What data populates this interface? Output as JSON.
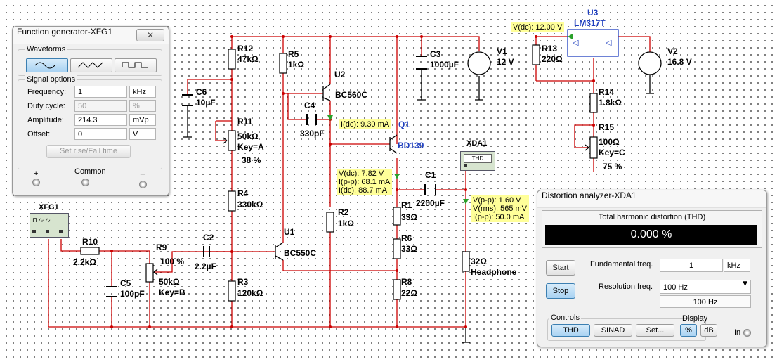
{
  "schematic": {
    "components": {
      "r12": {
        "ref": "R12",
        "value": "47kΩ"
      },
      "r5": {
        "ref": "R5",
        "value": "1kΩ"
      },
      "u2": {
        "ref": "U2",
        "value": "BC560C"
      },
      "c3": {
        "ref": "C3",
        "value": "1000µF"
      },
      "v1": {
        "ref": "V1",
        "value": "12 V"
      },
      "u3": {
        "ref": "U3",
        "value": "LM317T"
      },
      "r13": {
        "ref": "R13",
        "value": "220Ω"
      },
      "v2": {
        "ref": "V2",
        "value": "16.8 V"
      },
      "c6": {
        "ref": "C6",
        "value": "10µF"
      },
      "c4": {
        "ref": "C4",
        "value": "330pF"
      },
      "r11": {
        "ref": "R11",
        "value": "50kΩ",
        "key": "Key=A",
        "percent": "38 %"
      },
      "q1": {
        "ref": "Q1",
        "value": "BD139"
      },
      "r14": {
        "ref": "R14",
        "value": "1.8kΩ"
      },
      "r15": {
        "ref": "R15",
        "value": "100Ω",
        "key": "Key=C",
        "percent": "75 %"
      },
      "xda1": {
        "ref": "XDA1",
        "screen": "THD"
      },
      "c1": {
        "ref": "C1",
        "value": "2200µF"
      },
      "r4": {
        "ref": "R4",
        "value": "330kΩ"
      },
      "r1": {
        "ref": "R1",
        "value": "33Ω"
      },
      "r2": {
        "ref": "R2",
        "value": "1kΩ"
      },
      "xfg1": {
        "ref": "XFG1"
      },
      "u1": {
        "ref": "U1",
        "value": "BC550C"
      },
      "c2": {
        "ref": "C2",
        "value": "2.2µF"
      },
      "r9": {
        "ref": "R9",
        "value": "50kΩ",
        "key": "Key=B",
        "percent": "100 %"
      },
      "r10": {
        "ref": "R10",
        "value": "2.2kΩ"
      },
      "r6": {
        "ref": "R6",
        "value": "33Ω"
      },
      "c5": {
        "ref": "C5",
        "value": "100pF"
      },
      "r3": {
        "ref": "R3",
        "value": "120kΩ"
      },
      "r8": {
        "ref": "R8",
        "value": "22Ω"
      },
      "load": {
        "value": "32Ω",
        "name": "Headphone"
      }
    },
    "probes": {
      "p_vdc": "V(dc): 12.00 V",
      "p_idc": "I(dc): 9.30 mA",
      "p_q1": "V(dc): 7.82 V\nI(p-p): 68.1 mA\nI(dc): 88.7 mA",
      "p_out": "V(p-p): 1.60 V\nV(rms): 565 mV\nI(p-p): 50.0 mA"
    },
    "colors": {
      "wire": "#cc0000",
      "probe_bg": "#ffff99",
      "blue_text": "#1f3fbf"
    }
  },
  "function_generator": {
    "title": "Function generator-XFG1",
    "close_icon": "✕",
    "waveforms_label": "Waveforms",
    "waveforms": [
      "sine",
      "triangle",
      "square"
    ],
    "selected_waveform": "sine",
    "signal_options_label": "Signal options",
    "rows": [
      {
        "label": "Frequency:",
        "value": "1",
        "unit": "kHz",
        "enabled": true
      },
      {
        "label": "Duty cycle:",
        "value": "50",
        "unit": "%",
        "enabled": false
      },
      {
        "label": "Amplitude:",
        "value": "214.3",
        "unit": "mVp",
        "enabled": true
      },
      {
        "label": "Offset:",
        "value": "0",
        "unit": "V",
        "enabled": true
      }
    ],
    "set_rise_fall_label": "Set rise/Fall time",
    "plus_label": "+",
    "common_label": "Common",
    "minus_label": "_"
  },
  "distortion_analyzer": {
    "title": "Distortion analyzer-XDA1",
    "thd_header": "Total harmonic distortion (THD)",
    "display_value": "0.000 %",
    "start_label": "Start",
    "stop_label": "Stop",
    "fundamental_label": "Fundamental freq.",
    "fundamental_value": "1",
    "fundamental_unit": "kHz",
    "resolution_label": "Resolution freq.",
    "resolution_selected": "100 Hz",
    "resolution_readout": "100 Hz",
    "controls_label": "Controls",
    "thd_button": "THD",
    "sinad_button": "SINAD",
    "set_button": "Set...",
    "display_label": "Display",
    "percent_button": "%",
    "db_button": "dB",
    "in_label": "In"
  }
}
